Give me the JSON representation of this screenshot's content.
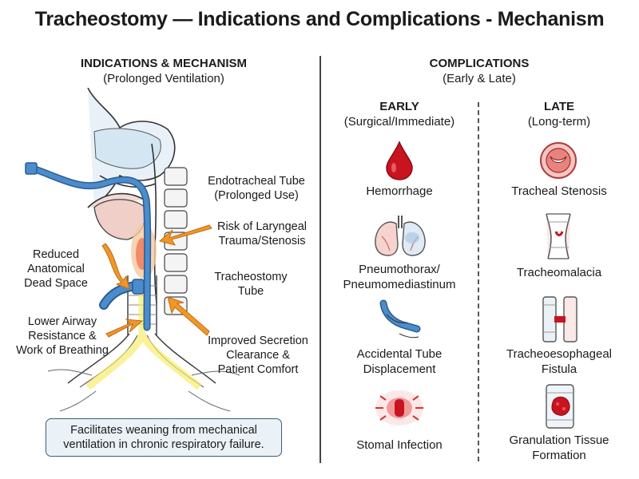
{
  "title": "Tracheostomy — Indications and Complications - Mechanism",
  "left": {
    "heading": "INDICATIONS & MECHANISM",
    "subheading": "(Prolonged Ventilation)",
    "labels": {
      "endotracheal_1": "Endotracheal Tube",
      "endotracheal_2": "(Prolonged Use)",
      "laryngeal_1": "Risk of Laryngeal",
      "laryngeal_2": "Trauma/Stenosis",
      "dead_space_1": "Reduced",
      "dead_space_2": "Anatomical",
      "dead_space_3": "Dead Space",
      "trach_tube_1": "Tracheostomy",
      "trach_tube_2": "Tube",
      "airway_1": "Lower Airway",
      "airway_2": "Resistance &",
      "airway_3": "Work of Breathing",
      "secretion_1": "Improved Secretion",
      "secretion_2": "Clearance &",
      "secretion_3": "Patient Comfort"
    },
    "note_1": "Facilitates weaning from mechanical",
    "note_2": "ventilation in chronic respiratory failure."
  },
  "right": {
    "heading": "COMPLICATIONS",
    "subheading": "(Early & Late)",
    "early": {
      "heading": "EARLY",
      "subheading": "(Surgical/Immediate)",
      "items": [
        "Hemorrhage",
        "Pneumothorax/",
        "Pneumomediastinum",
        "Accidental Tube",
        "Displacement",
        "Stomal Infection"
      ]
    },
    "late": {
      "heading": "LATE",
      "subheading": "(Long-term)",
      "items": [
        "Tracheal Stenosis",
        "Tracheomalacia",
        "Tracheoesophageal",
        "Fistula",
        "Granulation Tissue",
        "Formation"
      ]
    }
  },
  "colors": {
    "tube_blue": "#4a8ccc",
    "arrow_orange": "#f0962a",
    "blood_red": "#c8141e",
    "note_border": "#3b5f78"
  }
}
